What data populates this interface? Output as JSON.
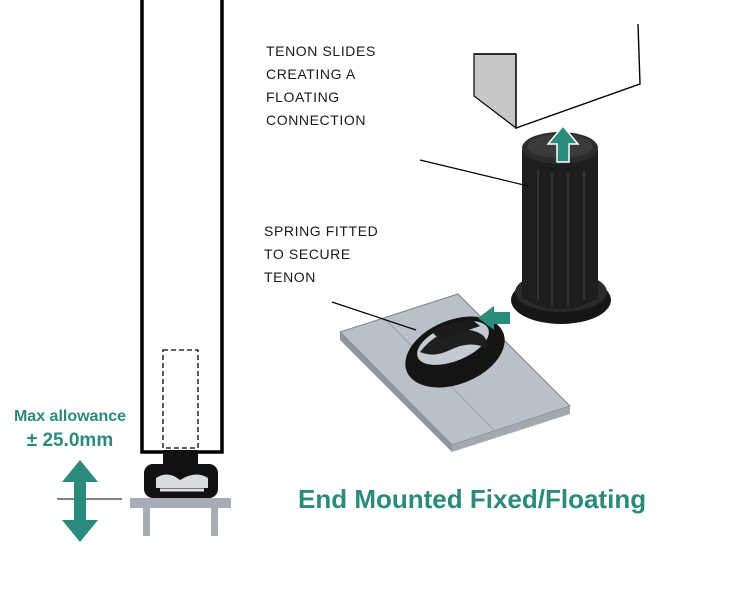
{
  "colors": {
    "accent": "#2a8a7c",
    "outline": "#000000",
    "plate": "#b9c0c7",
    "tenon": "#1d1d1d"
  },
  "labels": {
    "tenon_slides": [
      "TENON SLIDES",
      "CREATING A",
      "FLOATING",
      "CONNECTION"
    ],
    "spring_fitted": [
      "SPRING FITTED",
      "TO SECURE",
      "TENON"
    ]
  },
  "allowance": {
    "title": "Max allowance",
    "value": "± 25.0mm"
  },
  "caption": "End Mounted Fixed/Floating",
  "icons": [
    "up-arrow-icon",
    "left-arrow-icon",
    "double-headed-arrow-icon"
  ]
}
